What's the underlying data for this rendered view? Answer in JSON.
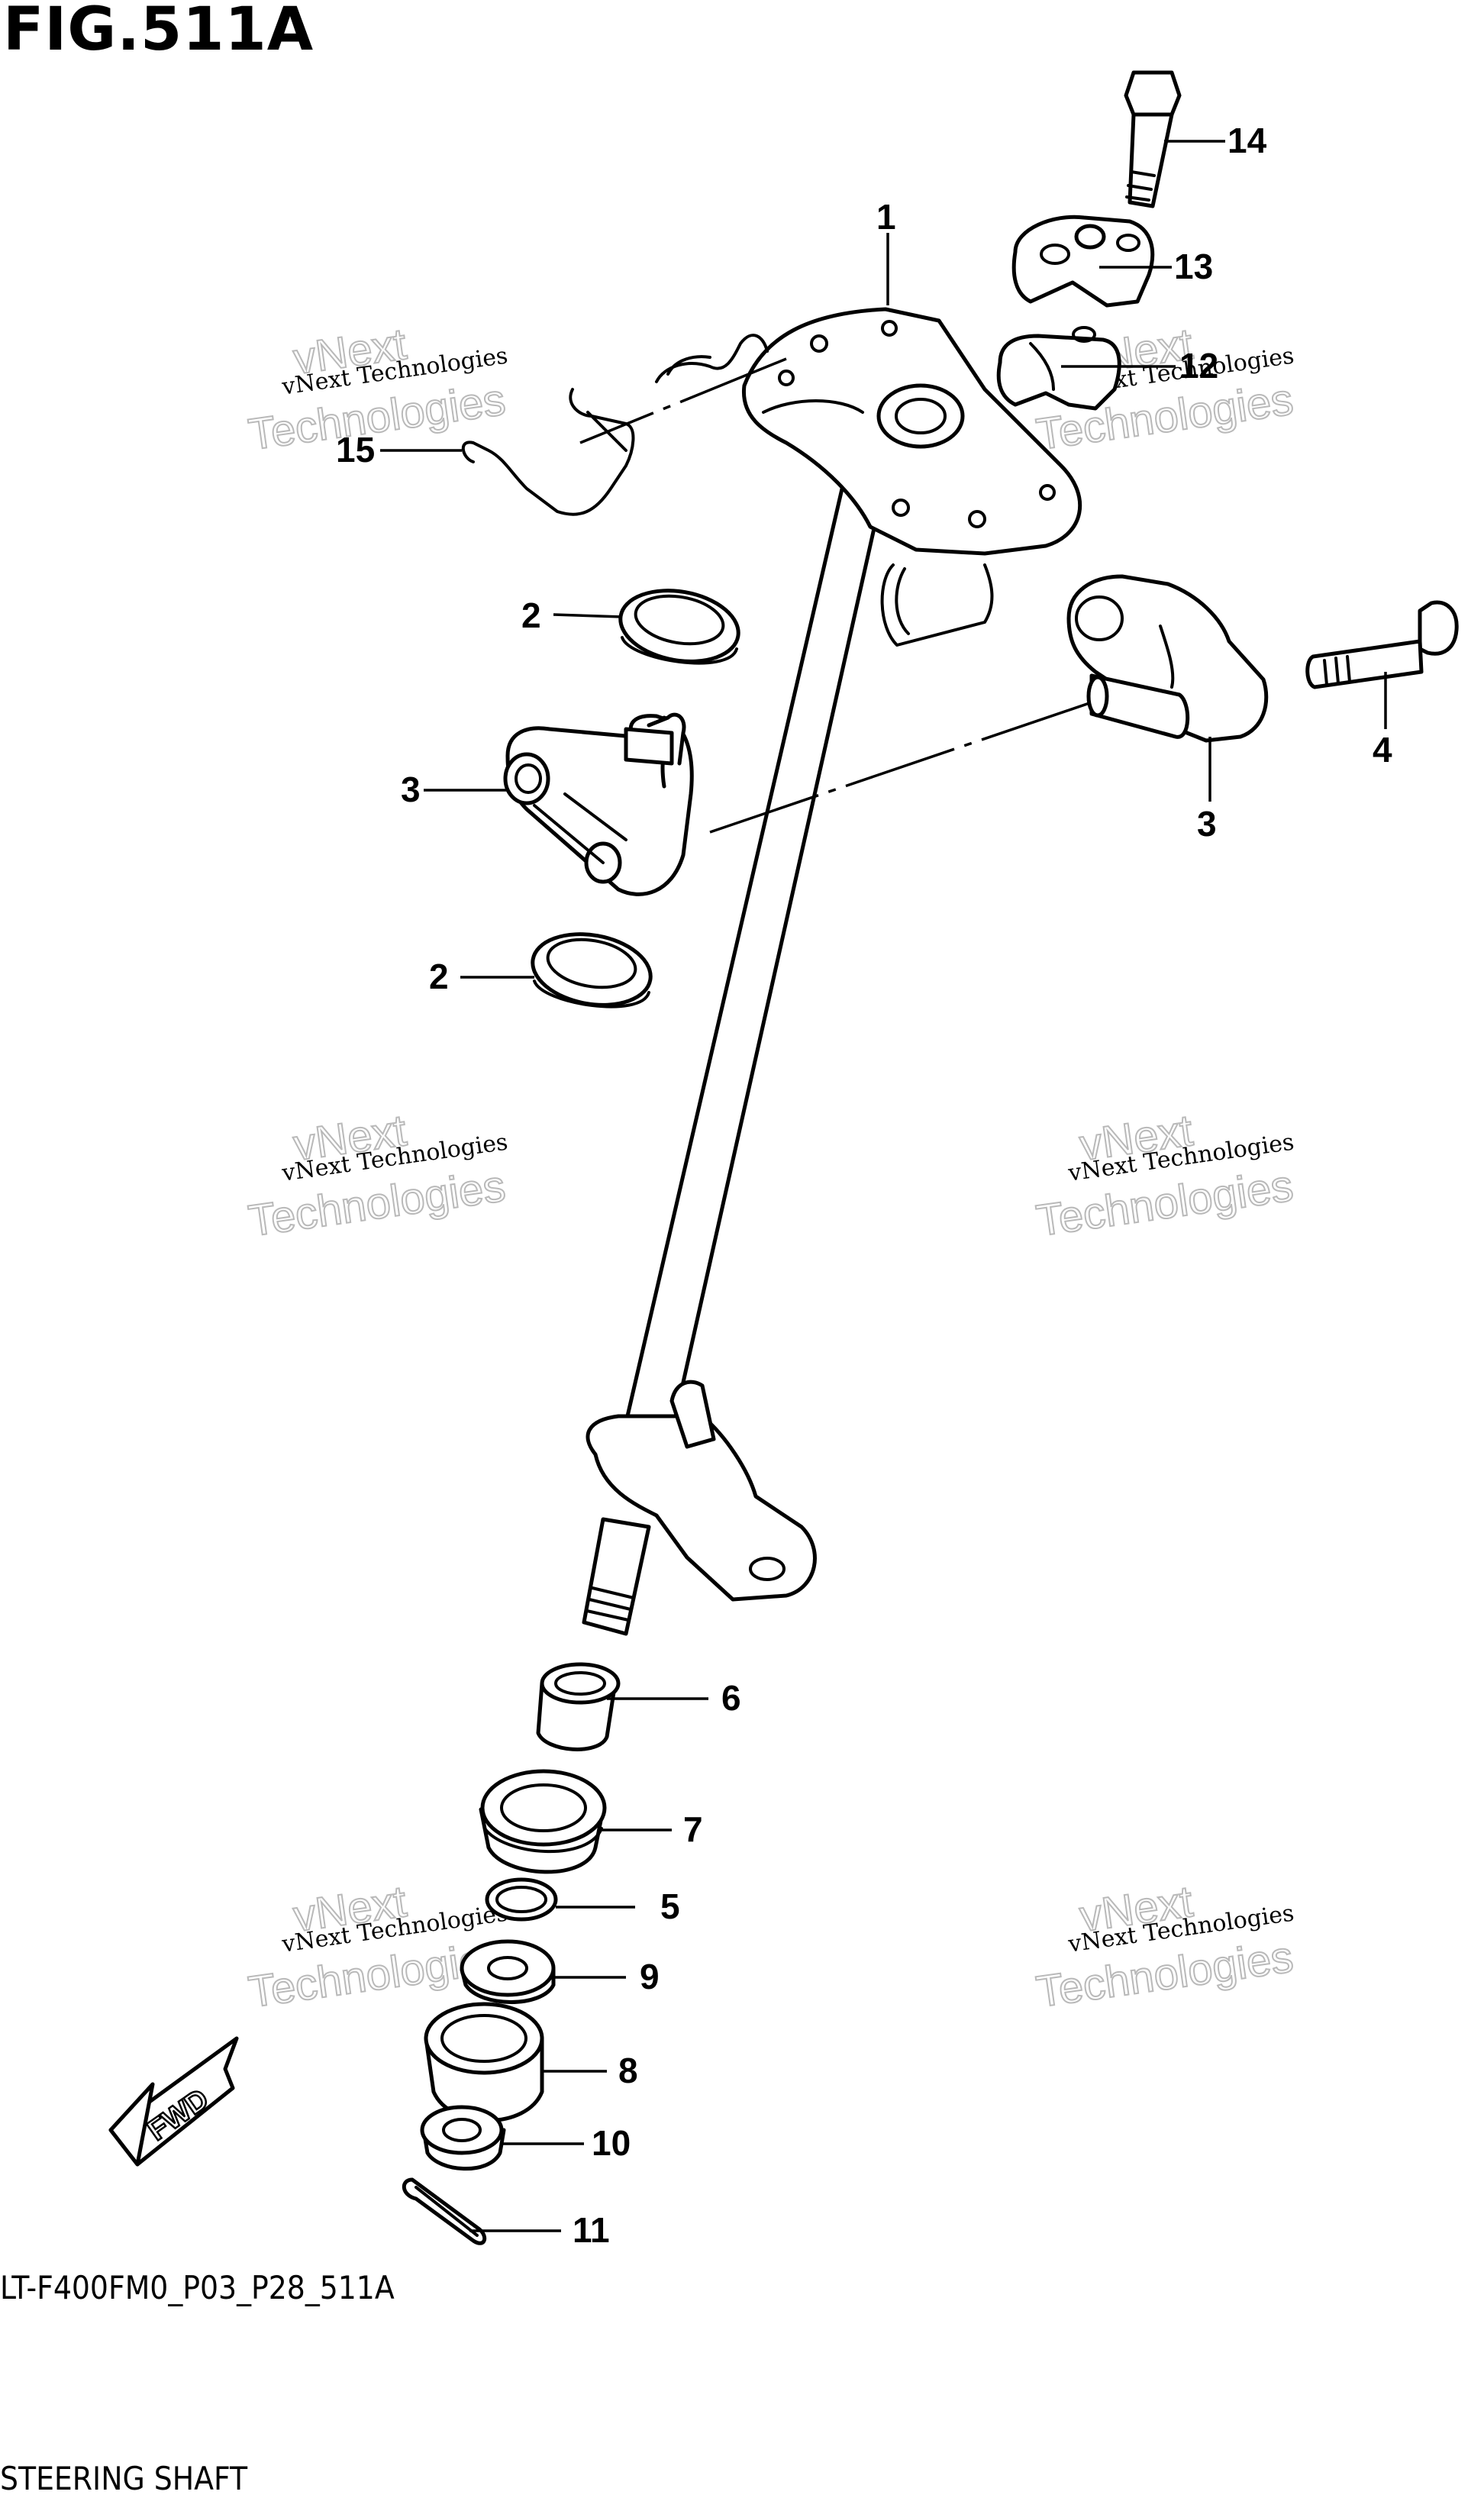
{
  "figure": {
    "title": "FIG.511A",
    "diagram_code": "LT-F400FM0_P03_P28_511A",
    "diagram_name": "STEERING SHAFT"
  },
  "direction_arrow": {
    "label": "FWD"
  },
  "callouts": {
    "c1": "1",
    "c2a": "2",
    "c2b": "2",
    "c3a": "3",
    "c3b": "3",
    "c4": "4",
    "c5": "5",
    "c6": "6",
    "c7": "7",
    "c8": "8",
    "c9": "9",
    "c10": "10",
    "c11": "11",
    "c12": "12",
    "c13": "13",
    "c14": "14",
    "c15": "15"
  },
  "watermarks": {
    "line1": "vNext Technologies",
    "line2": "vNext",
    "line3": "Technologies"
  },
  "colors": {
    "ink": "#000000",
    "watermark": "#b9b9b9",
    "background": "#ffffff"
  }
}
